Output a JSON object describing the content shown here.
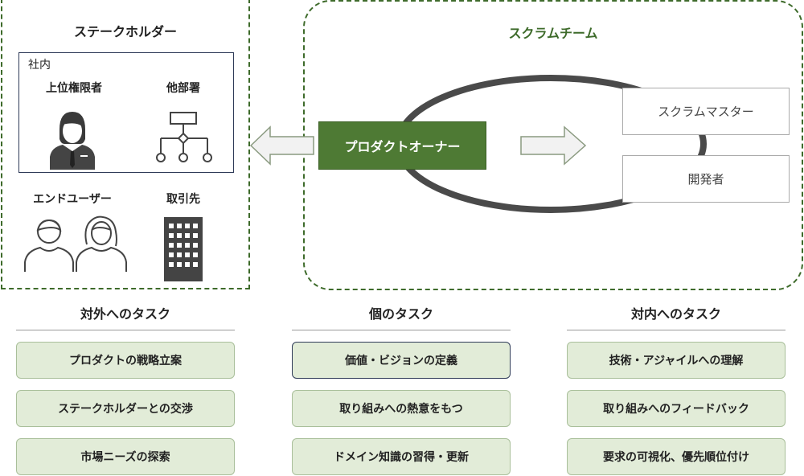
{
  "stakeholders": {
    "title": "ステークホルダー",
    "internal_label": "社内",
    "senior_label": "上位権限者",
    "other_dept_label": "他部署",
    "end_user_label": "エンドユーザー",
    "partner_label": "取引先"
  },
  "scrum_team": {
    "title": "スクラムチーム",
    "product_owner": "プロダクトオーナー",
    "scrum_master": "スクラムマスター",
    "developers": "開発者"
  },
  "columns": [
    {
      "title": "対外へのタスク",
      "tasks": [
        "プロダクトの戦略立案",
        "ステークホルダーとの交渉",
        "市場ニーズの探索"
      ]
    },
    {
      "title": "個のタスク",
      "tasks": [
        "価値・ビジョンの定義",
        "取り組みへの熱意をもつ",
        "ドメイン知識の習得・更新"
      ]
    },
    {
      "title": "対内へのタスク",
      "tasks": [
        "技術・アジャイルへの理解",
        "取り組みへのフィードバック",
        "要求の可視化、優先順位付け"
      ]
    }
  ],
  "colors": {
    "accent_green": "#4e7a34",
    "dashed_border": "#3e6b2b",
    "task_fill": "#e2ecd8",
    "icon_gray": "#444444"
  },
  "icons": [
    "businessman-icon",
    "org-chart-icon",
    "male-user-icon",
    "female-user-icon",
    "office-building-icon",
    "left-arrow-icon",
    "right-arrow-icon"
  ]
}
